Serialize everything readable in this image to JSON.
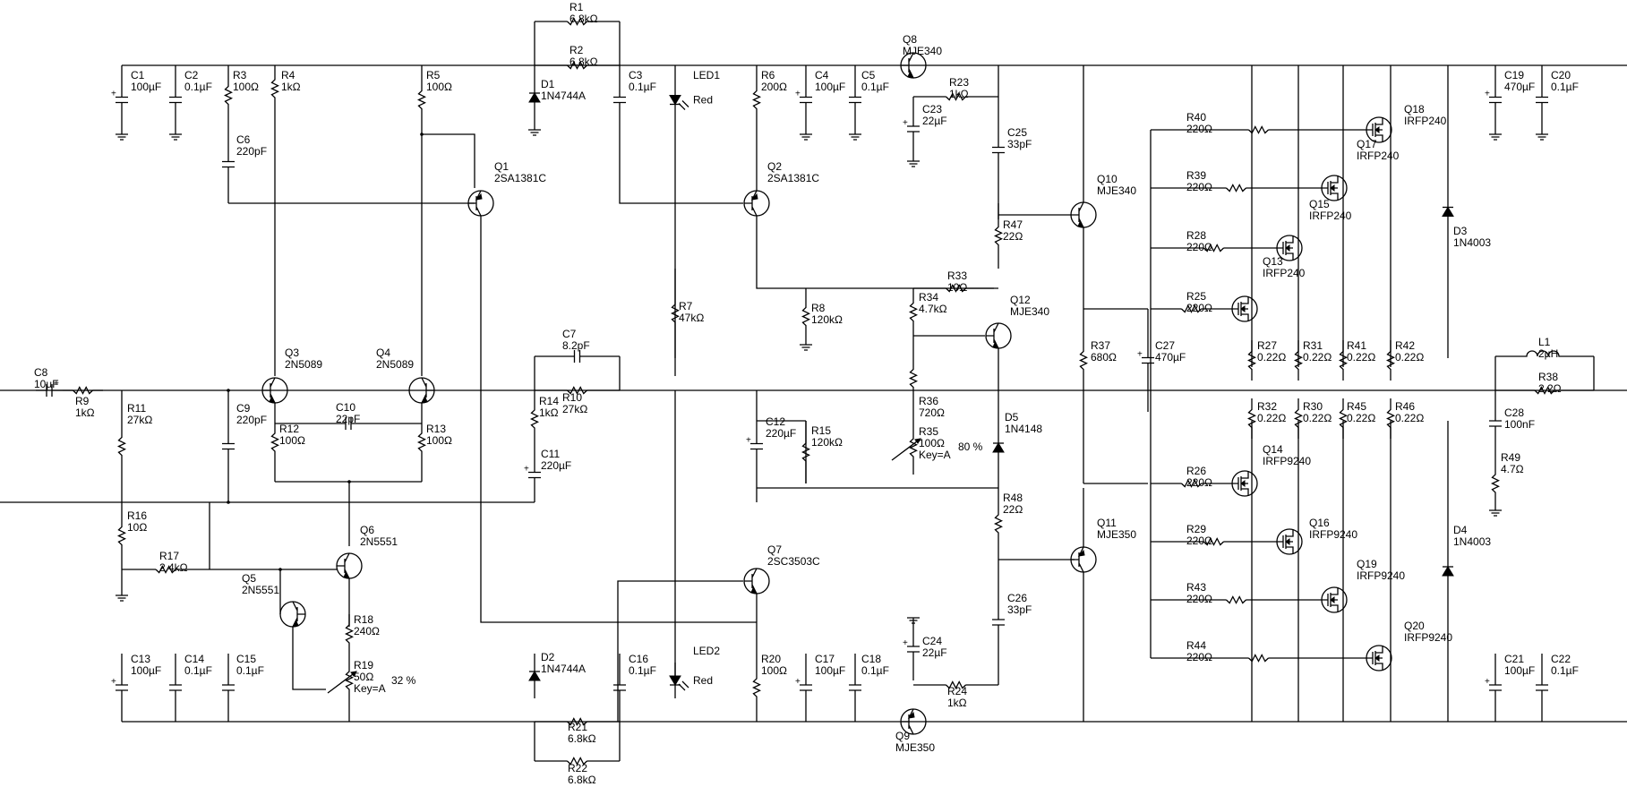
{
  "components": [
    {
      "id": "C8",
      "ref": "C8",
      "value": "10µF"
    },
    {
      "id": "R9",
      "ref": "R9",
      "value": "1kΩ"
    },
    {
      "id": "R11",
      "ref": "R11",
      "value": "27kΩ"
    },
    {
      "id": "R16",
      "ref": "R16",
      "value": "10Ω"
    },
    {
      "id": "R17",
      "ref": "R17",
      "value": "2.4kΩ"
    },
    {
      "id": "C1",
      "ref": "C1",
      "value": "100µF"
    },
    {
      "id": "C2",
      "ref": "C2",
      "value": "0.1µF"
    },
    {
      "id": "R3",
      "ref": "R3",
      "value": "100Ω"
    },
    {
      "id": "R4",
      "ref": "R4",
      "value": "1kΩ"
    },
    {
      "id": "C6",
      "ref": "C6",
      "value": "220pF"
    },
    {
      "id": "R5",
      "ref": "R5",
      "value": "100Ω"
    },
    {
      "id": "Q1",
      "ref": "Q1",
      "value": "2SA1381C"
    },
    {
      "id": "Q3",
      "ref": "Q3",
      "value": "2N5089"
    },
    {
      "id": "Q4",
      "ref": "Q4",
      "value": "2N5089"
    },
    {
      "id": "C9",
      "ref": "C9",
      "value": "220pF"
    },
    {
      "id": "R12",
      "ref": "R12",
      "value": "100Ω"
    },
    {
      "id": "C10",
      "ref": "C10",
      "value": "22pF"
    },
    {
      "id": "R13",
      "ref": "R13",
      "value": "100Ω"
    },
    {
      "id": "Q6",
      "ref": "Q6",
      "value": "2N5551"
    },
    {
      "id": "Q5",
      "ref": "Q5",
      "value": "2N5551"
    },
    {
      "id": "R18",
      "ref": "R18",
      "value": "240Ω"
    },
    {
      "id": "R19",
      "ref": "R19",
      "value": "50Ω",
      "key": "Key=A",
      "pct": "32 %"
    },
    {
      "id": "C13",
      "ref": "C13",
      "value": "100µF"
    },
    {
      "id": "C14",
      "ref": "C14",
      "value": "0.1µF"
    },
    {
      "id": "C15",
      "ref": "C15",
      "value": "0.1µF"
    },
    {
      "id": "R1",
      "ref": "R1",
      "value": "6.8kΩ"
    },
    {
      "id": "R2",
      "ref": "R2",
      "value": "6.8kΩ"
    },
    {
      "id": "D1",
      "ref": "D1",
      "value": "1N4744A"
    },
    {
      "id": "C3",
      "ref": "C3",
      "value": "0.1µF"
    },
    {
      "id": "LED1",
      "ref": "LED1",
      "value": "Red"
    },
    {
      "id": "R6",
      "ref": "R6",
      "value": "200Ω"
    },
    {
      "id": "Q2",
      "ref": "Q2",
      "value": "2SA1381C"
    },
    {
      "id": "R7",
      "ref": "R7",
      "value": "47kΩ"
    },
    {
      "id": "C7",
      "ref": "C7",
      "value": "8.2pF"
    },
    {
      "id": "R10",
      "ref": "R10",
      "value": "27kΩ"
    },
    {
      "id": "R14",
      "ref": "R14",
      "value": "1kΩ"
    },
    {
      "id": "C11",
      "ref": "C11",
      "value": "220µF"
    },
    {
      "id": "C12",
      "ref": "C12",
      "value": "220µF"
    },
    {
      "id": "R15",
      "ref": "R15",
      "value": "120kΩ"
    },
    {
      "id": "Q7",
      "ref": "Q7",
      "value": "2SC3503C"
    },
    {
      "id": "D2",
      "ref": "D2",
      "value": "1N4744A"
    },
    {
      "id": "C16",
      "ref": "C16",
      "value": "0.1µF"
    },
    {
      "id": "LED2",
      "ref": "LED2",
      "value": "Red"
    },
    {
      "id": "R20",
      "ref": "R20",
      "value": "100Ω"
    },
    {
      "id": "R21",
      "ref": "R21",
      "value": "6.8kΩ"
    },
    {
      "id": "R22",
      "ref": "R22",
      "value": "6.8kΩ"
    },
    {
      "id": "C4",
      "ref": "C4",
      "value": "100µF"
    },
    {
      "id": "C5",
      "ref": "C5",
      "value": "0.1µF"
    },
    {
      "id": "Q8",
      "ref": "Q8",
      "value": "MJE340"
    },
    {
      "id": "R23",
      "ref": "R23",
      "value": "1kΩ"
    },
    {
      "id": "C23",
      "ref": "C23",
      "value": "22µF"
    },
    {
      "id": "C25",
      "ref": "C25",
      "value": "33pF"
    },
    {
      "id": "R47",
      "ref": "R47",
      "value": "22Ω"
    },
    {
      "id": "R8",
      "ref": "R8",
      "value": "120kΩ"
    },
    {
      "id": "R33",
      "ref": "R33",
      "value": "10Ω"
    },
    {
      "id": "R34",
      "ref": "R34",
      "value": "4.7kΩ"
    },
    {
      "id": "Q12",
      "ref": "Q12",
      "value": "MJE340"
    },
    {
      "id": "R36",
      "ref": "R36",
      "value": "720Ω"
    },
    {
      "id": "R35",
      "ref": "R35",
      "value": "100Ω",
      "key": "Key=A",
      "pct": "80 %"
    },
    {
      "id": "D5",
      "ref": "D5",
      "value": "1N4148"
    },
    {
      "id": "R48",
      "ref": "R48",
      "value": "22Ω"
    },
    {
      "id": "C26",
      "ref": "C26",
      "value": "33pF"
    },
    {
      "id": "C17",
      "ref": "C17",
      "value": "100µF"
    },
    {
      "id": "C18",
      "ref": "C18",
      "value": "0.1µF"
    },
    {
      "id": "C24",
      "ref": "C24",
      "value": "22µF"
    },
    {
      "id": "R24",
      "ref": "R24",
      "value": "1kΩ"
    },
    {
      "id": "Q9",
      "ref": "Q9",
      "value": "MJE350"
    },
    {
      "id": "Q10",
      "ref": "Q10",
      "value": "MJE340"
    },
    {
      "id": "Q11",
      "ref": "Q11",
      "value": "MJE350"
    },
    {
      "id": "R37",
      "ref": "R37",
      "value": "680Ω"
    },
    {
      "id": "C27",
      "ref": "C27",
      "value": "470µF"
    },
    {
      "id": "R40",
      "ref": "R40",
      "value": "220Ω"
    },
    {
      "id": "R39",
      "ref": "R39",
      "value": "220Ω"
    },
    {
      "id": "R28",
      "ref": "R28",
      "value": "220Ω"
    },
    {
      "id": "R25",
      "ref": "R25",
      "value": "220Ω"
    },
    {
      "id": "R26",
      "ref": "R26",
      "value": "220Ω"
    },
    {
      "id": "R29",
      "ref": "R29",
      "value": "220Ω"
    },
    {
      "id": "R43",
      "ref": "R43",
      "value": "220Ω"
    },
    {
      "id": "R44",
      "ref": "R44",
      "value": "220Ω"
    },
    {
      "id": "Q18",
      "ref": "Q18",
      "value": "IRFP240"
    },
    {
      "id": "Q17",
      "ref": "Q17",
      "value": "IRFP240"
    },
    {
      "id": "Q15",
      "ref": "Q15",
      "value": "IRFP240"
    },
    {
      "id": "Q13",
      "ref": "Q13",
      "value": "IRFP240"
    },
    {
      "id": "Q14",
      "ref": "Q14",
      "value": "IRFP9240"
    },
    {
      "id": "Q16",
      "ref": "Q16",
      "value": "IRFP9240"
    },
    {
      "id": "Q19",
      "ref": "Q19",
      "value": "IRFP9240"
    },
    {
      "id": "Q20",
      "ref": "Q20",
      "value": "IRFP9240"
    },
    {
      "id": "R27",
      "ref": "R27",
      "value": "0.22Ω"
    },
    {
      "id": "R31",
      "ref": "R31",
      "value": "0.22Ω"
    },
    {
      "id": "R41",
      "ref": "R41",
      "value": "0.22Ω"
    },
    {
      "id": "R42",
      "ref": "R42",
      "value": "0.22Ω"
    },
    {
      "id": "R32",
      "ref": "R32",
      "value": "0.22Ω"
    },
    {
      "id": "R30",
      "ref": "R30",
      "value": "0.22Ω"
    },
    {
      "id": "R45",
      "ref": "R45",
      "value": "0.22Ω"
    },
    {
      "id": "R46",
      "ref": "R46",
      "value": "0.22Ω"
    },
    {
      "id": "C19",
      "ref": "C19",
      "value": "470µF"
    },
    {
      "id": "C20",
      "ref": "C20",
      "value": "0.1µF"
    },
    {
      "id": "C21",
      "ref": "C21",
      "value": "100µF"
    },
    {
      "id": "C22",
      "ref": "C22",
      "value": "0.1µF"
    },
    {
      "id": "D3",
      "ref": "D3",
      "value": "1N4003"
    },
    {
      "id": "D4",
      "ref": "D4",
      "value": "1N4003"
    },
    {
      "id": "L1",
      "ref": "L1",
      "value": "2µH"
    },
    {
      "id": "R38",
      "ref": "R38",
      "value": "2.2Ω"
    },
    {
      "id": "C28",
      "ref": "C28",
      "value": "100nF"
    },
    {
      "id": "R49",
      "ref": "R49",
      "value": "4.7Ω"
    }
  ]
}
